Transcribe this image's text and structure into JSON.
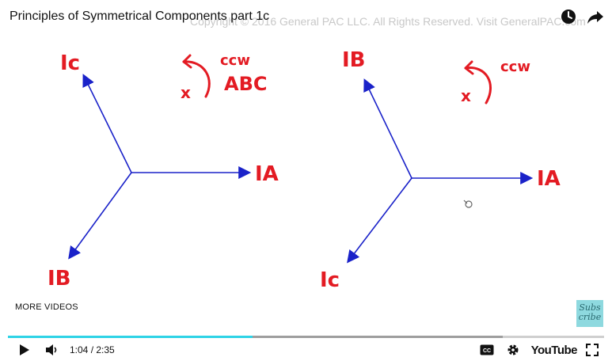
{
  "video": {
    "title": "Principles of Symmetrical Components part 1c",
    "watermark": "Copyright © 2016 General PAC LLC. All Rights Reserved. Visit GeneralPAC.com"
  },
  "board": {
    "left": {
      "label_ia": "IA",
      "label_ib": "IB",
      "label_ic": "Ic",
      "rotation_label": "ccw",
      "sequence_label": "ABC",
      "operator_label": "x"
    },
    "right": {
      "label_ia": "IA",
      "label_ib": "IB",
      "label_ic": "Ic",
      "rotation_label": "ccw",
      "operator_label": "x"
    }
  },
  "overlay": {
    "more_videos": "MORE VIDEOS",
    "subscribe_line1": "Subs",
    "subscribe_line2": "cribe"
  },
  "controls": {
    "time": "1:04 / 2:35",
    "logo": "YouTube",
    "progress_played": 0.41,
    "progress_buffered": 0.83
  },
  "colors": {
    "ink_red": "#e31b23",
    "vector_blue": "#1a22c9",
    "progress_cyan": "#2ed3e6"
  },
  "icons": {
    "watch_later": "clock-icon",
    "share": "share-arrow-icon",
    "play": "play-icon",
    "volume": "volume-icon",
    "captions": "cc-icon",
    "settings": "gear-icon",
    "fullscreen": "fullscreen-icon",
    "cursor": "hand-cursor-icon"
  }
}
